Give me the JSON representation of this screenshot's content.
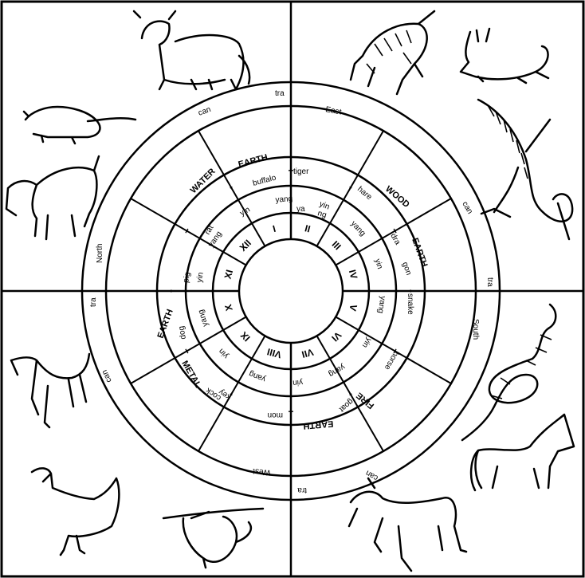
{
  "diagram": {
    "center_text": {
      "directions": {
        "north": "North",
        "east": "East",
        "south": "South",
        "west": "West"
      },
      "elements": {
        "water": "WATER",
        "earth_ne": "EARTH",
        "wood": "WOOD",
        "earth_e": "EARTH",
        "fire": "FIRE",
        "earth_s": "EARTH",
        "metal": "METAL",
        "earth_w": "EARTH"
      },
      "animal_names": {
        "buffalo": "buffalo",
        "rat": "rat",
        "pig": "pig",
        "dog": "dog",
        "cock": "cock",
        "mon": "mon",
        "goat": "goat",
        "horse": "horse",
        "snake": "snake",
        "dra": "dra",
        "gon": "gon",
        "hare": "hare",
        "tiger": "tiger"
      },
      "yin_yang": [
        "yin",
        "yang",
        "yin",
        "yang",
        "yin",
        "yang",
        "yin",
        "yang",
        "yin",
        "yang",
        "yin",
        "yang",
        "yin",
        "yang"
      ],
      "roman": [
        "I",
        "II",
        "III",
        "IV",
        "V",
        "VI",
        "VII",
        "VIII",
        "IX",
        "X",
        "XI",
        "XII"
      ],
      "signs": [
        "+",
        "-",
        "+",
        "-",
        "+",
        "-",
        "+",
        "-",
        "+",
        "-",
        "+",
        "-"
      ],
      "edge_labels": {
        "can": "can",
        "tra": "tra",
        "ya": "ya",
        "ng": "ng",
        "key": "key"
      }
    }
  },
  "animals": [
    {
      "name": "buffalo"
    },
    {
      "name": "tiger"
    },
    {
      "name": "hare"
    },
    {
      "name": "dragon"
    },
    {
      "name": "snake"
    },
    {
      "name": "horse"
    },
    {
      "name": "goat"
    },
    {
      "name": "monkey"
    },
    {
      "name": "rooster"
    },
    {
      "name": "dog"
    },
    {
      "name": "pig"
    },
    {
      "name": "rat"
    }
  ]
}
